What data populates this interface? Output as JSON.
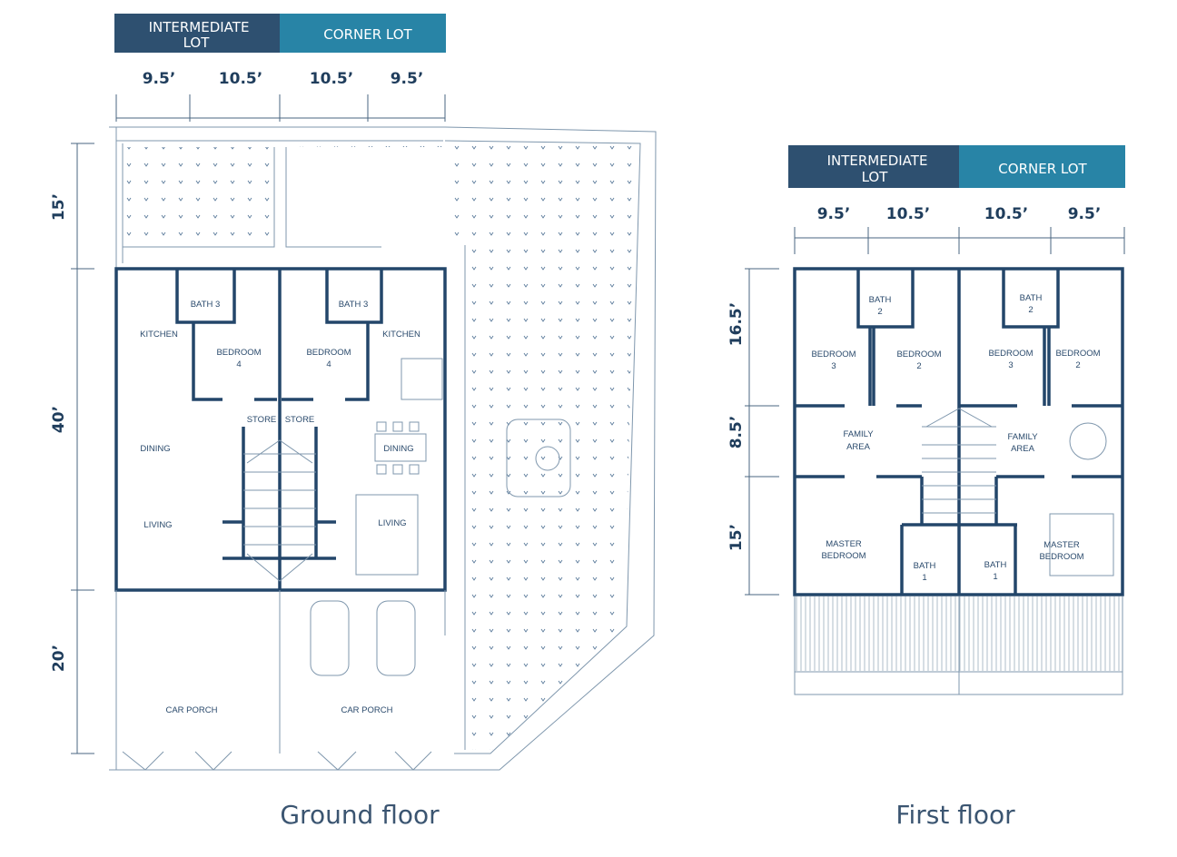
{
  "colors": {
    "intermediate": "#2e5070",
    "corner": "#2884a6",
    "wall": "#23466a"
  },
  "ground": {
    "header": {
      "intermediate_line1": "INTERMEDIATE",
      "intermediate_line2": "LOT",
      "corner": "CORNER LOT"
    },
    "widths": [
      "9.5’",
      "10.5’",
      "10.5’",
      "9.5’"
    ],
    "depths": [
      "15’",
      "40’",
      "20’"
    ],
    "rooms": {
      "bath_l": "BATH 3",
      "kitchen_l": "KITCHEN",
      "bedroom_l": "BEDROOM",
      "bedroom_l_n": "4",
      "store_l": "STORE",
      "dining_l": "DINING",
      "living_l": "LIVING",
      "carporch_l": "CAR PORCH",
      "bath_r": "BATH 3",
      "kitchen_r": "KITCHEN",
      "bedroom_r": "BEDROOM",
      "bedroom_r_n": "4",
      "store_r": "STORE",
      "dining_r": "DINING",
      "living_r": "LIVING",
      "carporch_r": "CAR PORCH"
    },
    "title": "Ground floor"
  },
  "first": {
    "header": {
      "intermediate_line1": "INTERMEDIATE",
      "intermediate_line2": "LOT",
      "corner": "CORNER LOT"
    },
    "widths": [
      "9.5’",
      "10.5’",
      "10.5’",
      "9.5’"
    ],
    "depths": [
      "16.5’",
      "8.5’",
      "15’"
    ],
    "rooms": {
      "bath2_l": "BATH",
      "bath2_l_n": "2",
      "bed3_l": "BEDROOM",
      "bed3_l_n": "3",
      "bed2_l": "BEDROOM",
      "bed2_l_n": "2",
      "family_l1": "FAMILY",
      "family_l2": "AREA",
      "master_l1": "MASTER",
      "master_l2": "BEDROOM",
      "bath1_l": "BATH",
      "bath1_l_n": "1",
      "bath2_r": "BATH",
      "bath2_r_n": "2",
      "bed3_r": "BEDROOM",
      "bed3_r_n": "3",
      "bed2_r": "BEDROOM",
      "bed2_r_n": "2",
      "family_r1": "FAMILY",
      "family_r2": "AREA",
      "master_r1": "MASTER",
      "master_r2": "BEDROOM",
      "bath1_r": "BATH",
      "bath1_r_n": "1"
    },
    "title": "First floor"
  }
}
